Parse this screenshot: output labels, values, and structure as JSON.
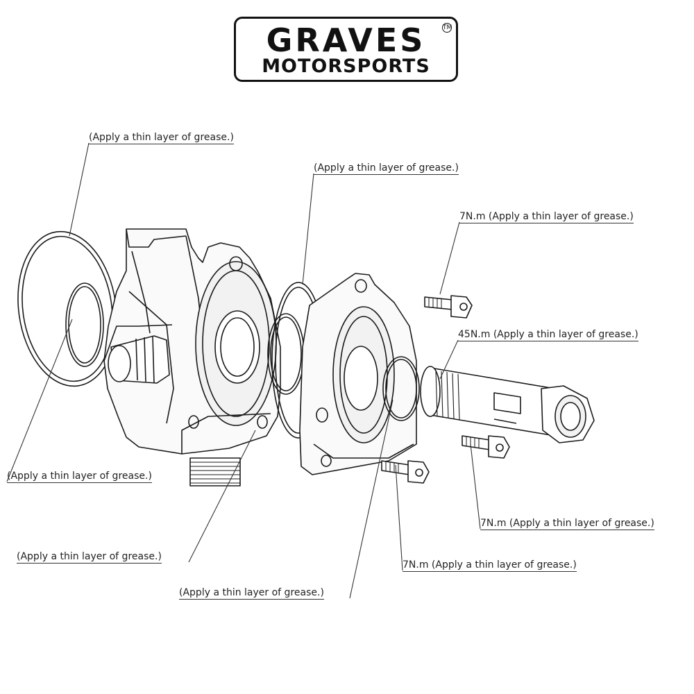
{
  "logo": {
    "line1": "GRAVES",
    "line2": "MOTORSPORTS",
    "trademark": "TM"
  },
  "callouts": {
    "oring_left_large": "(Apply a thin layer of grease.)",
    "oring_middle": "(Apply a thin layer of grease.)",
    "bolt_top_right": "7N.m (Apply a thin layer of grease.)",
    "bolt_center": "45N.m (Apply a thin layer of grease.)",
    "oring_left_small": "(Apply a thin layer of grease.)",
    "bolt_lower_right": "7N.m (Apply a thin layer of grease.)",
    "fitting_threads": "(Apply a thin layer of grease.)",
    "bolt_bottom": "7N.m (Apply a thin layer of grease.)",
    "oring_cover": "(Apply a thin layer of grease.)"
  },
  "colors": {
    "line": "#1a1a1a",
    "leader": "#333333",
    "shade": "#e8e8e8"
  }
}
